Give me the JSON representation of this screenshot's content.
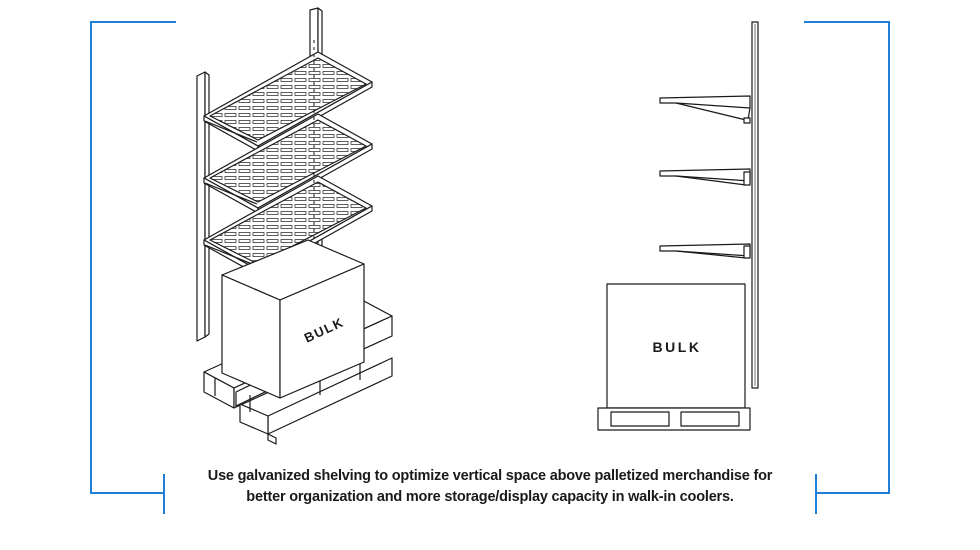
{
  "caption": {
    "line1": "Use galvanized shelving to optimize vertical space above palletized merchandise for",
    "line2": "better organization and more storage/display capacity in walk-in coolers."
  },
  "left_view": {
    "box_label": "BULK",
    "shelf_count": 3
  },
  "right_view": {
    "box_label": "BULK",
    "bracket_count": 3
  },
  "colors": {
    "frame_accent": "#1f7fd6",
    "line": "#1a1a1a",
    "background": "#ffffff"
  }
}
